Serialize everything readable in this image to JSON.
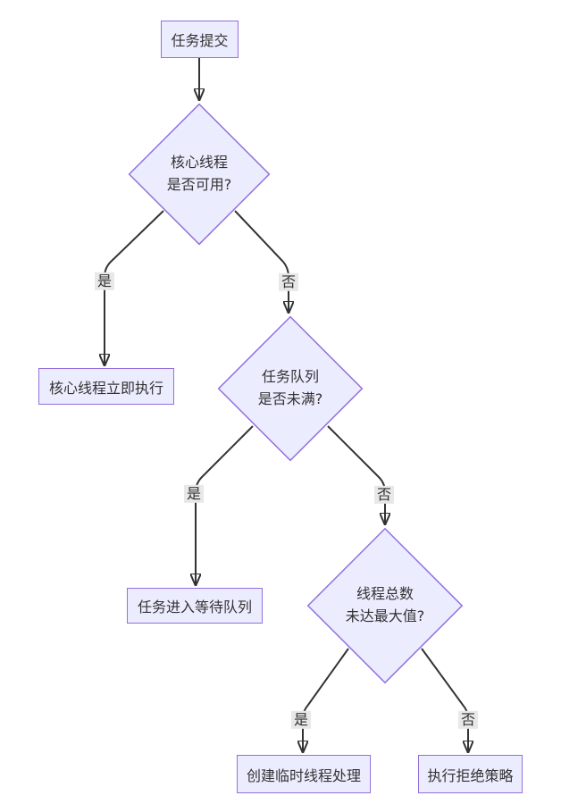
{
  "diagram": {
    "type": "flowchart",
    "direction": "top-down",
    "colors": {
      "node_fill": "#ECECFF",
      "node_border": "#9370DB",
      "edge_line": "#333333",
      "edge_label_bg": "#e8e8e8",
      "text": "#333333",
      "background": "#ffffff"
    },
    "nodes": [
      {
        "id": "task-submit",
        "shape": "rectangle",
        "label": "任务提交"
      },
      {
        "id": "core-thread-available",
        "shape": "diamond",
        "lines": [
          "核心线程",
          "是否可用?"
        ]
      },
      {
        "id": "core-thread-execute",
        "shape": "rectangle",
        "label": "核心线程立即执行"
      },
      {
        "id": "queue-not-full",
        "shape": "diamond",
        "lines": [
          "任务队列",
          "是否未满?"
        ]
      },
      {
        "id": "task-enqueue",
        "shape": "rectangle",
        "label": "任务进入等待队列"
      },
      {
        "id": "threads-below-max",
        "shape": "diamond",
        "lines": [
          "线程总数",
          "未达最大值?"
        ]
      },
      {
        "id": "create-temp-thread",
        "shape": "rectangle",
        "label": "创建临时线程处理"
      },
      {
        "id": "reject-policy",
        "shape": "rectangle",
        "label": "执行拒绝策略"
      }
    ],
    "edges": [
      {
        "from": "task-submit",
        "to": "core-thread-available",
        "label": ""
      },
      {
        "from": "core-thread-available",
        "to": "core-thread-execute",
        "label": "是"
      },
      {
        "from": "core-thread-available",
        "to": "queue-not-full",
        "label": "否"
      },
      {
        "from": "queue-not-full",
        "to": "task-enqueue",
        "label": "是"
      },
      {
        "from": "queue-not-full",
        "to": "threads-below-max",
        "label": "否"
      },
      {
        "from": "threads-below-max",
        "to": "create-temp-thread",
        "label": "是"
      },
      {
        "from": "threads-below-max",
        "to": "reject-policy",
        "label": "否"
      }
    ]
  }
}
